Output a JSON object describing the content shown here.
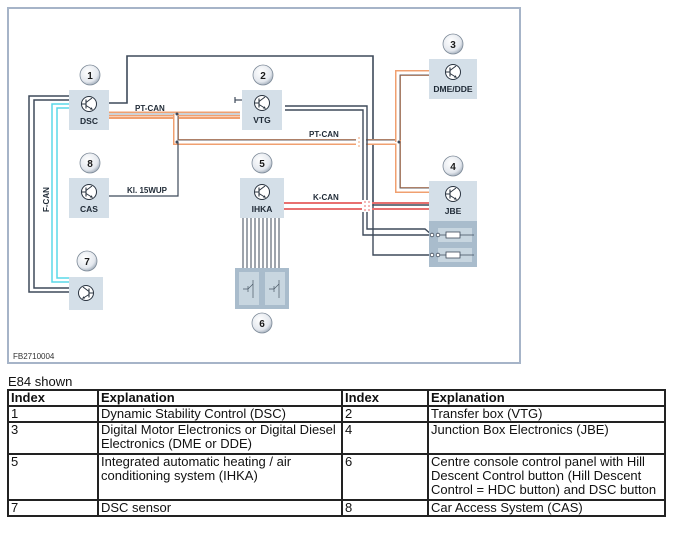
{
  "diagram": {
    "figure_id": "FB2710004",
    "modules": [
      {
        "index": "1",
        "label": "DSC"
      },
      {
        "index": "2",
        "label": "VTG"
      },
      {
        "index": "3",
        "label": "DME/DDE"
      },
      {
        "index": "4",
        "label": "JBE"
      },
      {
        "index": "5",
        "label": "IHKA"
      },
      {
        "index": "6",
        "label": ""
      },
      {
        "index": "7",
        "label": ""
      },
      {
        "index": "8",
        "label": "CAS"
      }
    ],
    "bus_labels": {
      "pt_can_1": "PT-CAN",
      "pt_can_2": "PT-CAN",
      "k_can": "K-CAN",
      "f_can": "F-CAN",
      "kl15wup": "Kl. 15WUP"
    },
    "colors": {
      "pt_can": "#f0a070",
      "k_can": "#e87070",
      "f_can": "#5ad8e8",
      "wire": "#3e4a5a",
      "module_fill": "#d4dfe8",
      "frame": "#a6b4c8"
    }
  },
  "caption": "E84 shown",
  "legend": {
    "headers": [
      "Index",
      "Explanation",
      "Index",
      "Explanation"
    ],
    "rows": [
      [
        "1",
        "Dynamic Stability Control (DSC)",
        "2",
        "Transfer box (VTG)"
      ],
      [
        "3",
        "Digital Motor Electronics or Digital Diesel Electronics (DME or DDE)",
        "4",
        "Junction Box Electronics (JBE)"
      ],
      [
        "5",
        "Integrated automatic heating / air conditioning system (IHKA)",
        "6",
        "Centre console control panel with Hill Descent Control button (Hill Descent Control = HDC button) and DSC button"
      ],
      [
        "7",
        "DSC sensor",
        "8",
        "Car Access System (CAS)"
      ]
    ]
  }
}
